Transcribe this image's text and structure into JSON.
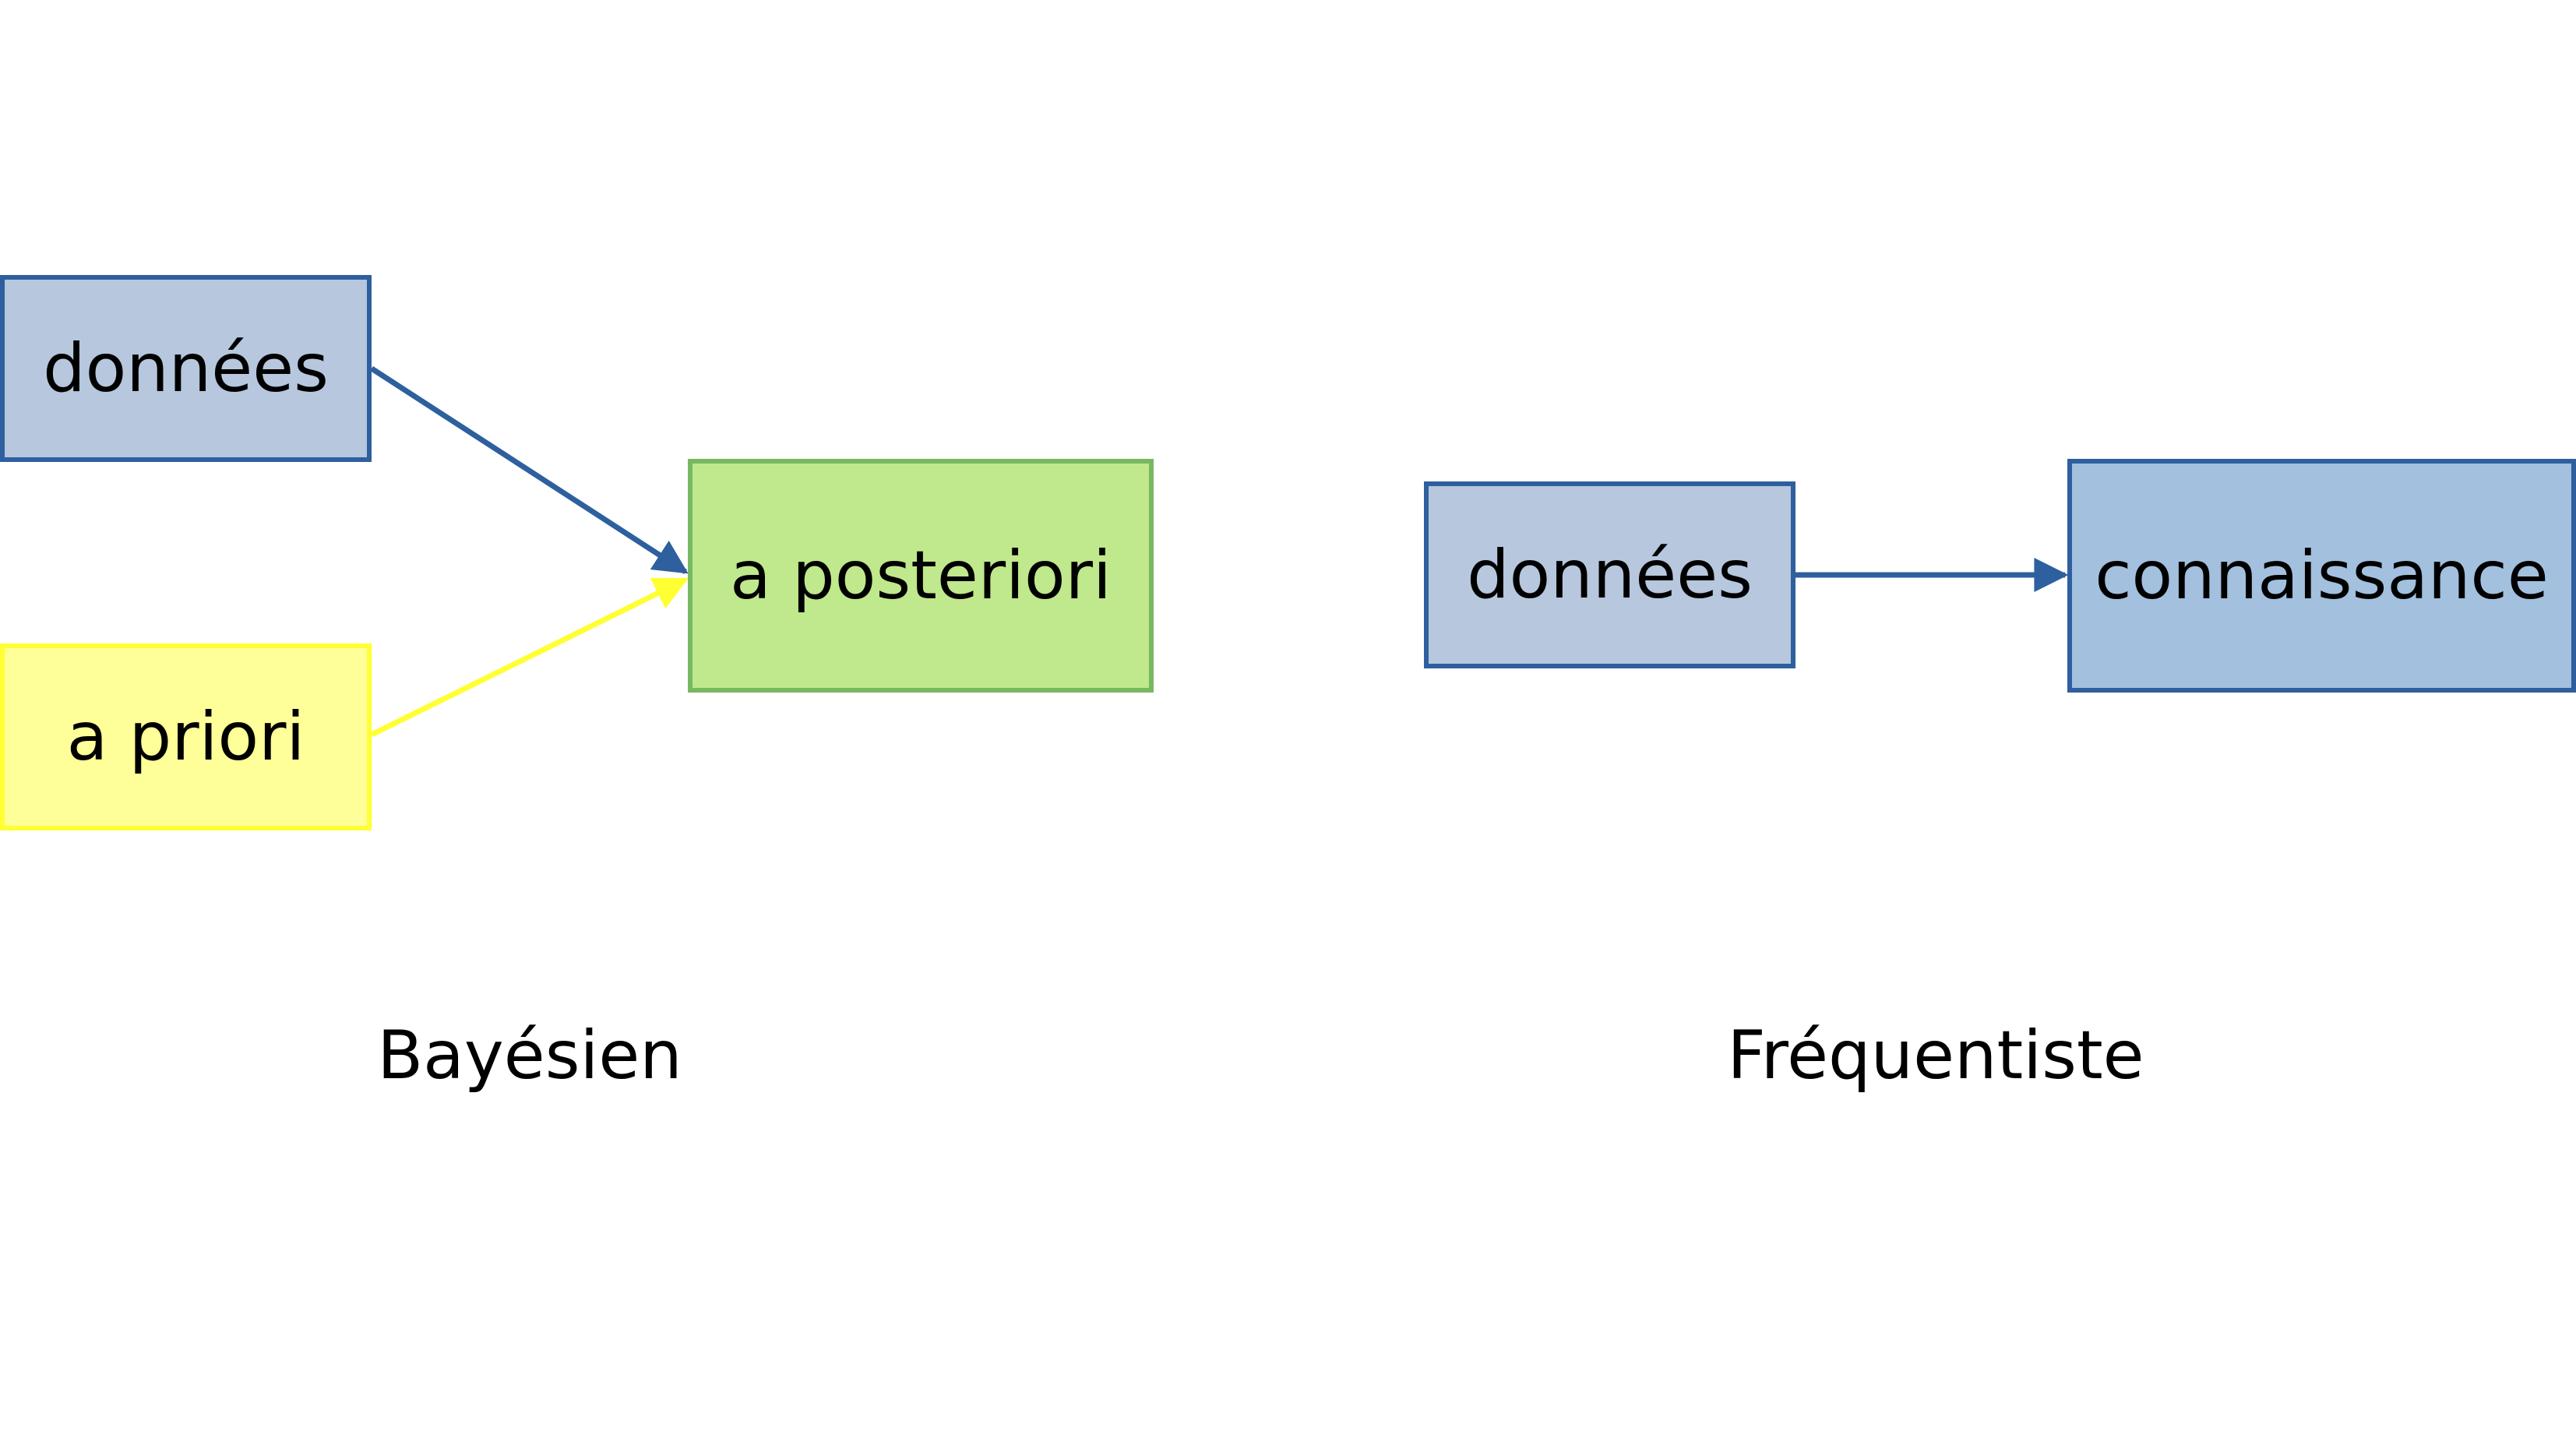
{
  "bayesian": {
    "donnees": "données",
    "a_priori": "a priori",
    "a_posteriori": "a posteriori",
    "caption": "Bayésien"
  },
  "frequentist": {
    "donnees": "données",
    "connaissance": "connaissance",
    "caption": "Fréquentiste"
  },
  "colors": {
    "data_fill": "#b6c7de",
    "data_border": "#2e5f9e",
    "prior_fill": "#ffff99",
    "prior_border": "#ffff33",
    "posterior_fill": "#c0e88c",
    "posterior_border": "#78b860",
    "knowledge_fill": "#a3c0de",
    "knowledge_border": "#2e5f9e",
    "arrow_blue": "#2e5f9e",
    "arrow_yellow": "#ffff33"
  }
}
